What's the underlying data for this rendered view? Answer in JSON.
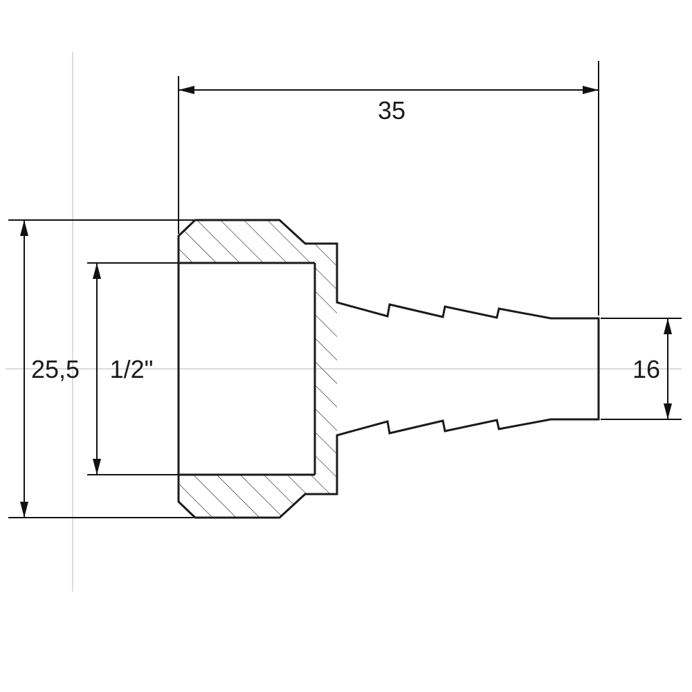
{
  "title": "Hose barb fitting technical drawing",
  "dimensions": {
    "overall_length": "35",
    "body_diameter": "25,5",
    "thread_size": "1/2\"",
    "barb_diameter": "16"
  },
  "colors": {
    "line": "#1a1a1a",
    "dimension": "#111111",
    "construction": "#c4c4c4",
    "background": "#ffffff"
  }
}
